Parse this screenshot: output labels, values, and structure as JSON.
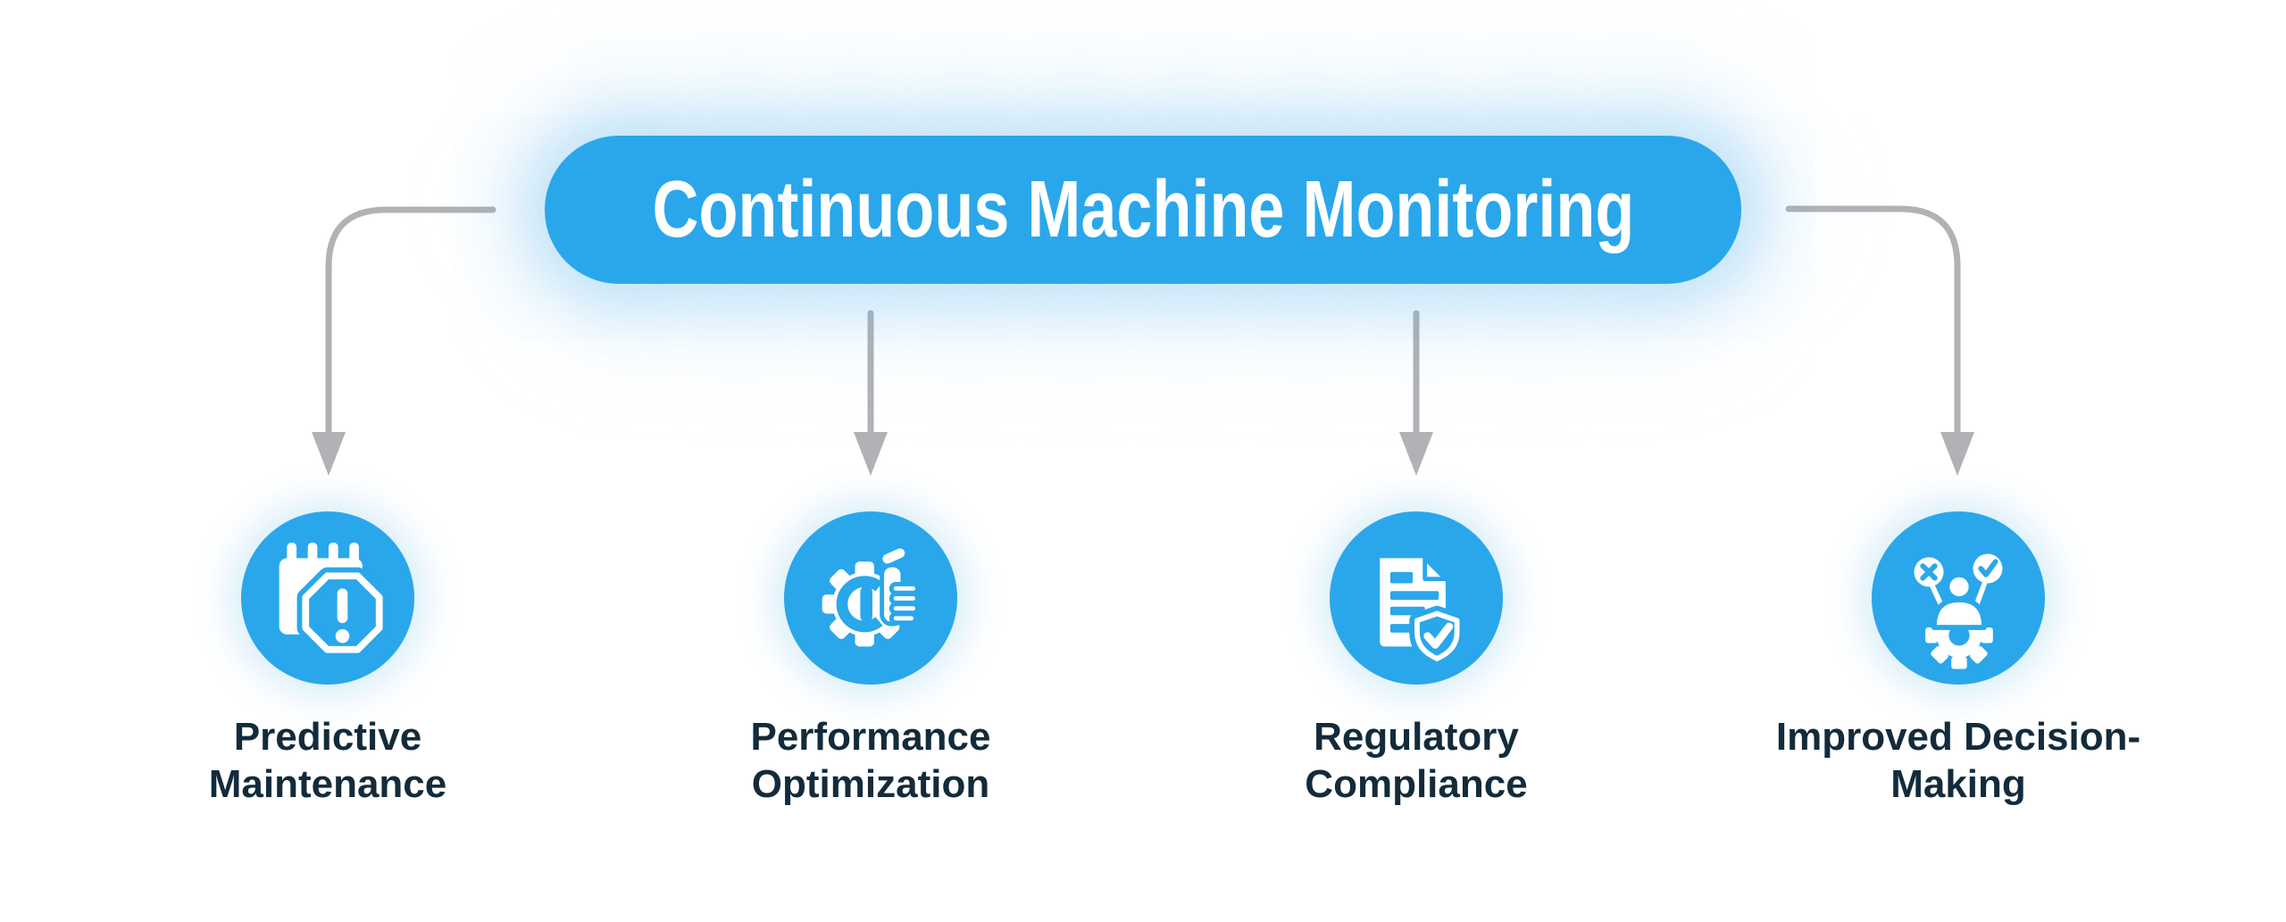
{
  "diagram": {
    "title": "Continuous Machine Monitoring",
    "nodes": [
      {
        "label": "Predictive Maintenance",
        "icon": "calendar-alert-icon"
      },
      {
        "label": "Performance Optimization",
        "icon": "gear-thumbs-up-icon"
      },
      {
        "label": "Regulatory Compliance",
        "icon": "document-shield-check-icon"
      },
      {
        "label": "Improved Decision-Making",
        "icon": "person-decision-icon"
      }
    ],
    "connections": [
      {
        "from": "Continuous Machine Monitoring",
        "to": "Predictive Maintenance",
        "style": "elbow-left"
      },
      {
        "from": "Continuous Machine Monitoring",
        "to": "Performance Optimization",
        "style": "straight"
      },
      {
        "from": "Continuous Machine Monitoring",
        "to": "Regulatory Compliance",
        "style": "straight"
      },
      {
        "from": "Continuous Machine Monitoring",
        "to": "Improved Decision-Making",
        "style": "elbow-right"
      }
    ],
    "colors": {
      "accent_blue": "#2AA7EA",
      "arrow_gray": "#B2B2B6",
      "label_text": "#132B3B",
      "title_text": "#FFFFFF",
      "background": "#FFFFFF"
    }
  }
}
